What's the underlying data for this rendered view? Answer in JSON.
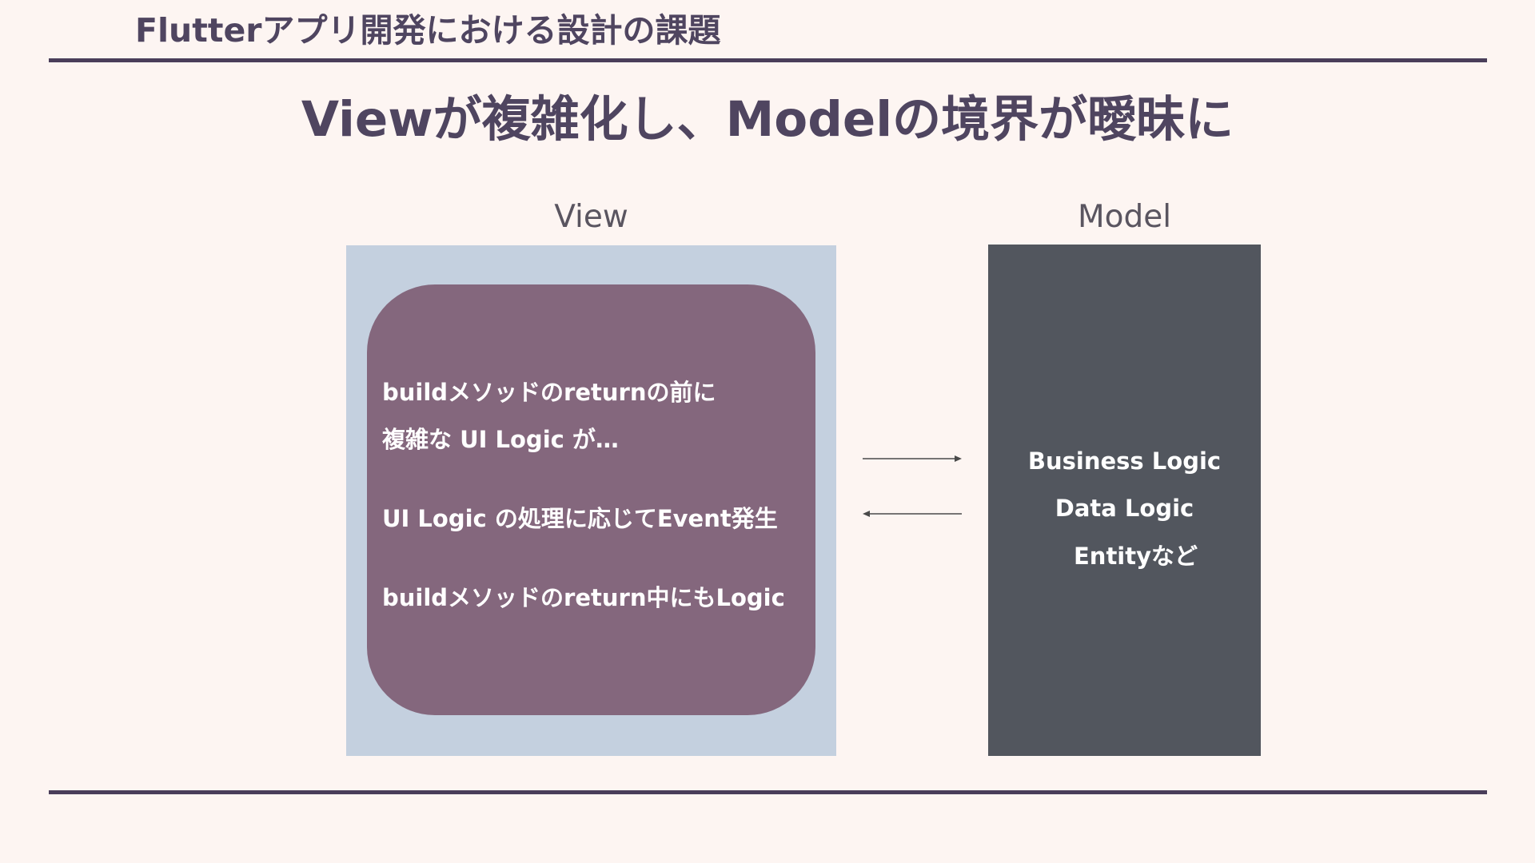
{
  "header": {
    "title": "Flutterアプリ開発における設計の課題"
  },
  "slide": {
    "title": "Viewが複雑化し、Modelの境界が曖昧に"
  },
  "view": {
    "label": "View",
    "lines": [
      "buildメソッドのreturnの前に",
      "複雑な UI Logic が…",
      "UI Logic の処理に応じてEvent発生",
      "buildメソッドのreturn中にもLogic"
    ]
  },
  "model": {
    "label": "Model",
    "lines": [
      "Business Logic",
      "Data Logic",
      "Entityなど"
    ]
  },
  "colors": {
    "background": "#fdf5f2",
    "rule": "#4a3e5a",
    "view_outer": "#c4d0df",
    "view_inner": "#84677d",
    "model_box": "#52565e"
  }
}
